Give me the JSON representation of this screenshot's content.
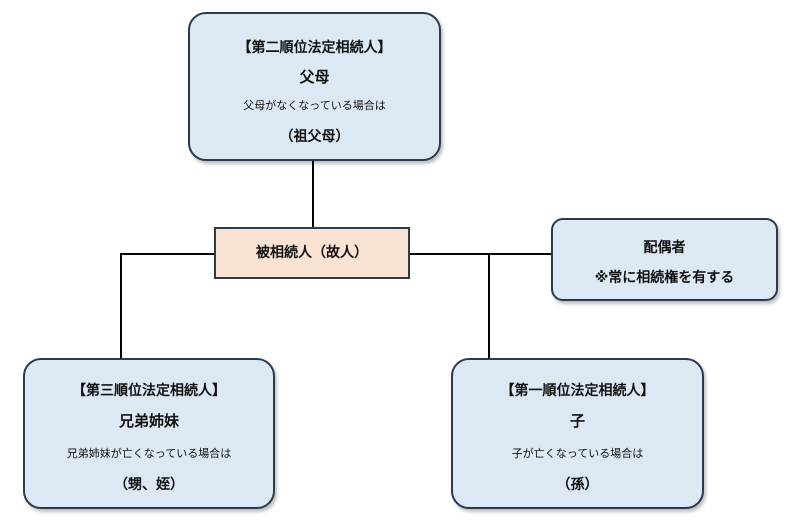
{
  "diagram": {
    "deceased": {
      "label": "被相続人（故人）"
    },
    "second_heir": {
      "rank": "【第二順位法定相続人】",
      "who": "父母",
      "note": "父母がなくなっている場合は",
      "substitute": "（祖父母）"
    },
    "third_heir": {
      "rank": "【第三順位法定相続人】",
      "who": "兄弟姉妹",
      "note": "兄弟姉妹が亡くなっている場合は",
      "substitute": "（甥、姪）"
    },
    "first_heir": {
      "rank": "【第一順位法定相続人】",
      "who": "子",
      "note": "子が亡くなっている場合は",
      "substitute": "（孫）"
    },
    "spouse": {
      "who": "配偶者",
      "note": "※常に相続権を有する"
    },
    "colors": {
      "box_fill": "#dde8f5",
      "center_fill": "#fbe3d3",
      "border": "#2b3a4e",
      "line": "#000000"
    }
  }
}
